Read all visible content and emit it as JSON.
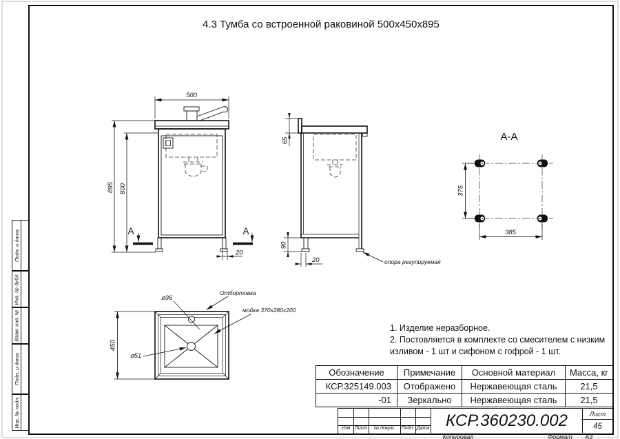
{
  "title": "4.3 Тумба со встроенной раковиной 500х450х895",
  "views": {
    "front": {
      "dim_width": "500",
      "dim_height_total": "895",
      "dim_height_body": "800",
      "dim_leg_inset": "20",
      "section_letter": "А"
    },
    "side": {
      "dim_top": "65",
      "dim_leg_height": "90",
      "dim_leg_inset": "20",
      "support_label": "опора регулируемая"
    },
    "section_aa": {
      "title": "А-А",
      "dim_depth": "375",
      "dim_width": "385"
    },
    "sink_top": {
      "dim_depth": "450",
      "faucet_hole": "⌀36",
      "drain_hole": "⌀51",
      "flange_label": "Отбортовка",
      "sink_label": "мойка 370х280х200"
    }
  },
  "notes": {
    "line1": "1. Изделие неразборное.",
    "line2": "2. Постовляется в комплекте со смесителем с низким изливом - 1 шт и сифоном с гофрой - 1 шт."
  },
  "spec_table": {
    "headers": [
      "Обозначение",
      "Примечание",
      "Основной материал",
      "Масса, кг"
    ],
    "rows": [
      [
        "КСР.325149.003",
        "Отображено",
        "Нержавеющая сталь",
        "21,5"
      ],
      [
        "-01",
        "Зеркально",
        "Нержавеющая сталь",
        "21,5"
      ]
    ]
  },
  "title_block": {
    "doc_number": "КСР.360230.002",
    "sheet_label": "Лист",
    "sheet_number": "45",
    "col_labels": [
      "Изм",
      "Лист",
      "№ докум.",
      "Подп.",
      "Дата"
    ],
    "footer_left": "Копировал",
    "footer_format_label": "Формат",
    "footer_format_value": "А3"
  },
  "side_stamps": [
    "Подп. и дата",
    "Инв. № дубл.",
    "Взам. инв. №",
    "Подп. и дата",
    "Инв. № подл."
  ]
}
